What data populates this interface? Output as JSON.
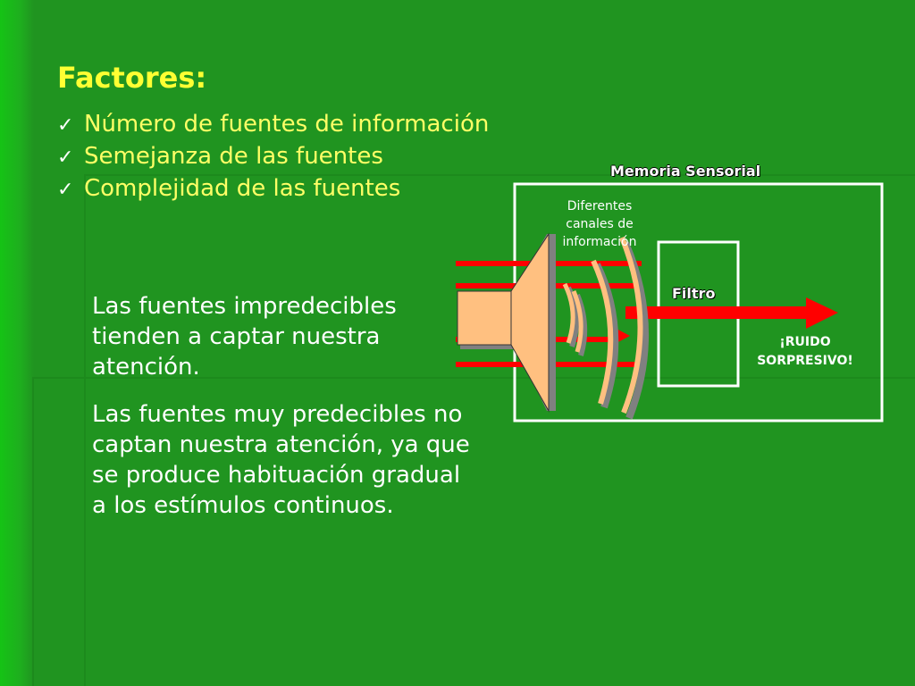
{
  "slide": {
    "title": "Factores:",
    "bullets": [
      "Número de fuentes de información",
      "Semejanza de las fuentes",
      "Complejidad de las fuentes"
    ],
    "paragraphs": [
      "Las fuentes impredecibles tienden a captar nuestra atención.",
      "Las fuentes muy predecibles no captan nuestra atención, ya que se produce habituación gradual a los estímulos continuos."
    ]
  },
  "diagram": {
    "memoria_label": "Memoria Sensorial",
    "canales_label_lines": [
      "Diferentes",
      "canales de",
      "información"
    ],
    "filtro_label": "Filtro",
    "ruido_label_lines": [
      "¡RUIDO",
      "SORPRESIVO!"
    ]
  },
  "colors": {
    "background": "#209420",
    "title": "#ffff33",
    "bullets": "#ffff66",
    "arrows": "#ff0000",
    "speaker": "#ffc080"
  }
}
